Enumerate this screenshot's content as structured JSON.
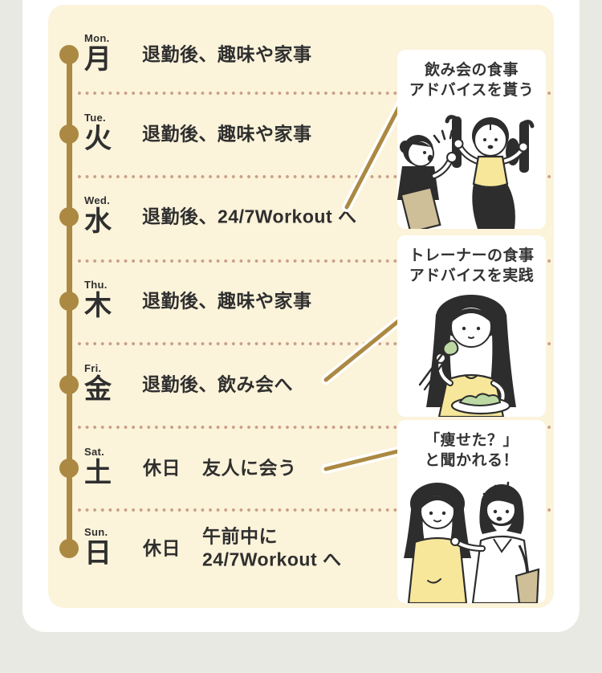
{
  "colors": {
    "page_background": "#e8e9e3",
    "card_background": "#ffffff",
    "panel_background": "#fbf3da",
    "timeline_gold": "#ab8942",
    "separator_dot": "#cba089",
    "text": "#2f2f2f",
    "illustration_line": "#2d2d2d",
    "illustration_yellow": "#f7e79b",
    "illustration_tan": "#cfbf98",
    "illustration_green": "#bcd9a4"
  },
  "timeline": {
    "days": [
      {
        "en": "Mon.",
        "kanji": "月",
        "text": "退勤後、趣味や家事"
      },
      {
        "en": "Tue.",
        "kanji": "火",
        "text": "退勤後、趣味や家事"
      },
      {
        "en": "Wed.",
        "kanji": "水",
        "text": "退勤後、24/7Workout へ"
      },
      {
        "en": "Thu.",
        "kanji": "木",
        "text": "退勤後、趣味や家事"
      },
      {
        "en": "Fri.",
        "kanji": "金",
        "text": "退勤後、飲み会へ"
      },
      {
        "en": "Sat.",
        "kanji": "土",
        "prefix": "休日",
        "text": "友人に会う"
      },
      {
        "en": "Sun.",
        "kanji": "日",
        "prefix": "休日",
        "text": "午前中に\n24/7Workout へ"
      }
    ]
  },
  "callouts": [
    {
      "caption": "飲み会の食事\nアドバイスを貰う",
      "illustration": "trainer-consultation-at-gym"
    },
    {
      "caption": "トレーナーの食事\nアドバイスを実践",
      "illustration": "woman-eating-healthy-meal"
    },
    {
      "caption": "「痩せた？」\nと聞かれる！",
      "illustration": "friend-noticing-weight-loss"
    }
  ]
}
